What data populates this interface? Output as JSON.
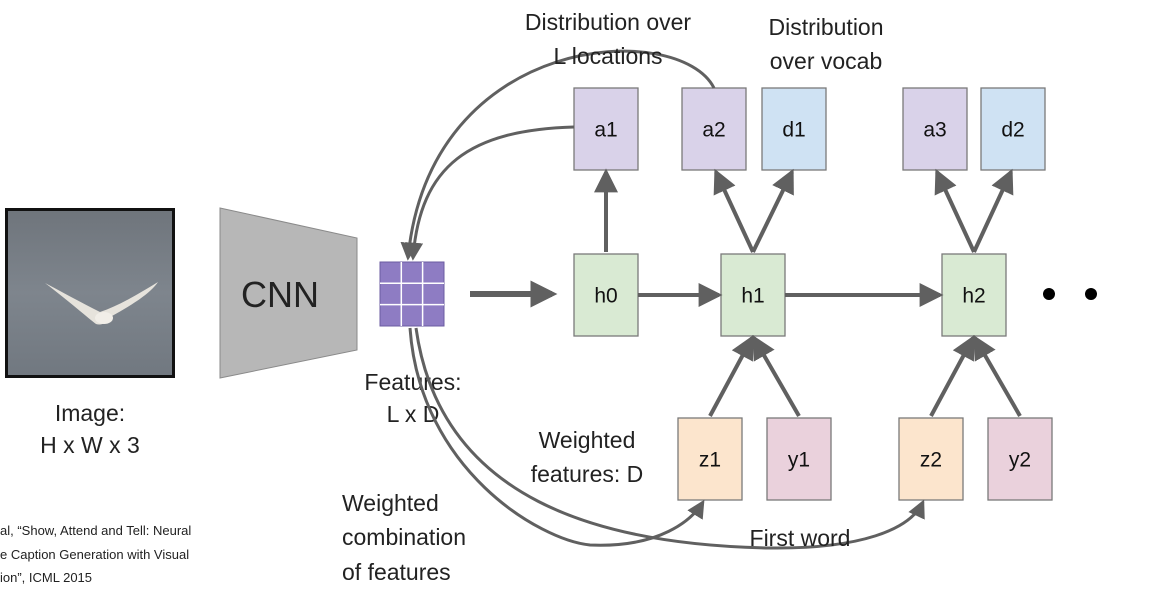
{
  "labels": {
    "image": [
      "Image:",
      "H x W x 3"
    ],
    "cnn": "CNN",
    "features": [
      "Features:",
      "L x D"
    ],
    "dist_locations": [
      "Distribution over",
      "L locations"
    ],
    "dist_vocab": [
      "Distribution",
      "over vocab"
    ],
    "weighted_features": [
      "Weighted",
      "features: D"
    ],
    "weighted_combination": [
      "Weighted",
      "combination",
      "of features"
    ],
    "first_word": "First word",
    "ellipsis": "• •"
  },
  "citation": [
    "al, “Show, Attend and Tell: Neural",
    "e Caption Generation with Visual",
    "ion”, ICML 2015"
  ],
  "nodes": {
    "a1": "a1",
    "a2": "a2",
    "a3": "a3",
    "d1": "d1",
    "d2": "d2",
    "h0": "h0",
    "h1": "h1",
    "h2": "h2",
    "z1": "z1",
    "z2": "z2",
    "y1": "y1",
    "y2": "y2"
  },
  "colors": {
    "attention": "#d9d2e9",
    "vocab": "#cfe2f3",
    "hidden": "#d9ead3",
    "weighted": "#fce5cd",
    "word": "#ead1dc",
    "grid": "#8e7cc3",
    "cnn": "#b7b7b7",
    "arrow": "#606060"
  },
  "icons": {
    "image": "bird-photo",
    "features": "feature-grid"
  }
}
